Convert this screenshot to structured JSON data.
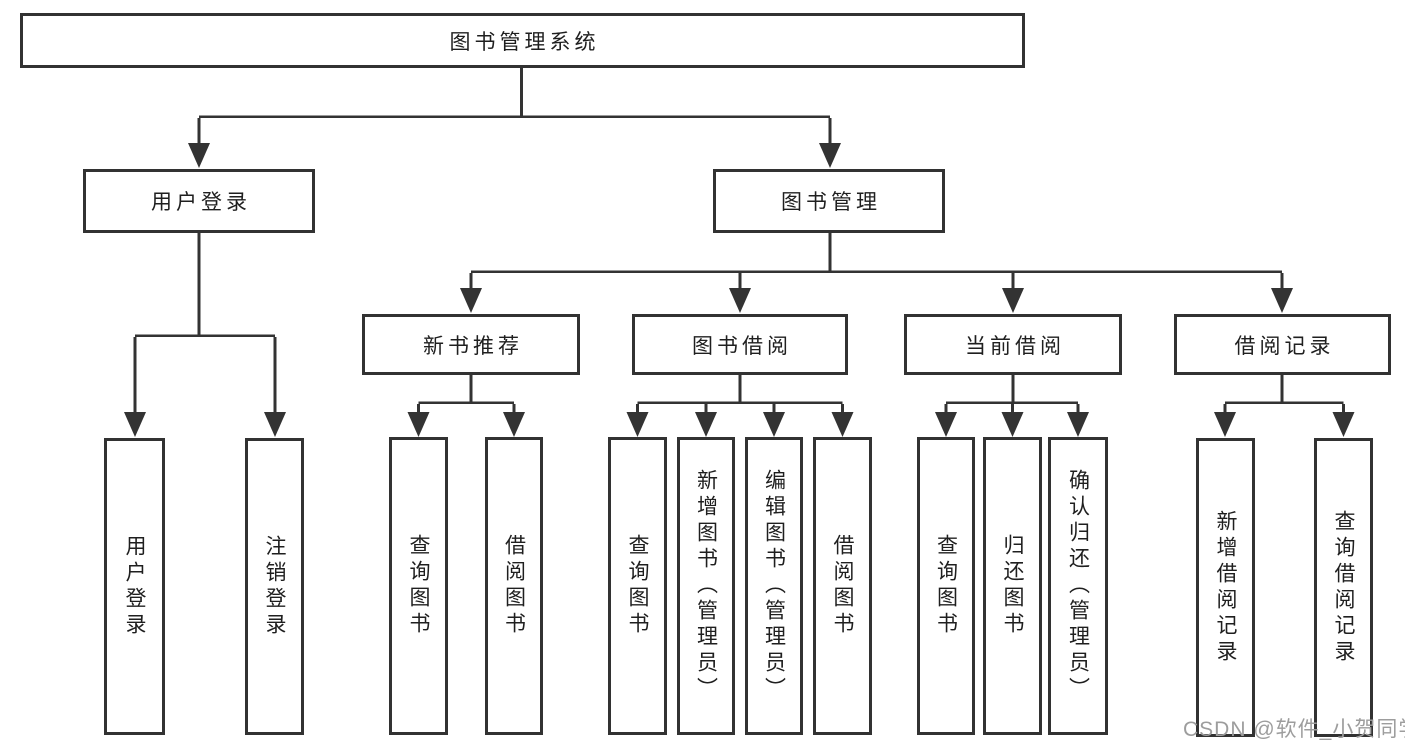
{
  "diagram": {
    "title": "图书管理系统",
    "watermark": "CSDN @软件_小贺同学",
    "colors": {
      "line": "#333333",
      "box_border": "#323232",
      "background": "#ffffff",
      "watermark": "#9d9d9d"
    },
    "nodes": {
      "root": {
        "label": "图书管理系统"
      },
      "user_login": {
        "label": "用户登录"
      },
      "book_mgmt": {
        "label": "图书管理"
      },
      "new_book_rec": {
        "label": "新书推荐"
      },
      "book_borrow": {
        "label": "图书借阅"
      },
      "current_borrow": {
        "label": "当前借阅"
      },
      "borrow_record": {
        "label": "借阅记录"
      },
      "leaf_user_login": {
        "label": "用户登录"
      },
      "leaf_logout": {
        "label": "注销登录"
      },
      "leaf_nb_query": {
        "label": "查询图书"
      },
      "leaf_nb_borrow": {
        "label": "借阅图书"
      },
      "leaf_bb_query": {
        "label": "查询图书"
      },
      "leaf_bb_add": {
        "label": "新增图书（管理员）"
      },
      "leaf_bb_edit": {
        "label": "编辑图书（管理员）"
      },
      "leaf_bb_borrow": {
        "label": "借阅图书"
      },
      "leaf_cb_query": {
        "label": "查询图书"
      },
      "leaf_cb_return": {
        "label": "归还图书"
      },
      "leaf_cb_confirm": {
        "label": "确认归还（管理员）"
      },
      "leaf_br_add": {
        "label": "新增借阅记录"
      },
      "leaf_br_query": {
        "label": "查询借阅记录"
      }
    },
    "edges": [
      {
        "from": "图书管理系统",
        "to": [
          "用户登录",
          "图书管理"
        ]
      },
      {
        "from": "用户登录",
        "to": [
          "用户登录",
          "注销登录"
        ]
      },
      {
        "from": "图书管理",
        "to": [
          "新书推荐",
          "图书借阅",
          "当前借阅",
          "借阅记录"
        ]
      },
      {
        "from": "新书推荐",
        "to": [
          "查询图书",
          "借阅图书"
        ]
      },
      {
        "from": "图书借阅",
        "to": [
          "查询图书",
          "新增图书（管理员）",
          "编辑图书（管理员）",
          "借阅图书"
        ]
      },
      {
        "from": "当前借阅",
        "to": [
          "查询图书",
          "归还图书",
          "确认归还（管理员）"
        ]
      },
      {
        "from": "借阅记录",
        "to": [
          "新增借阅记录",
          "查询借阅记录"
        ]
      }
    ]
  }
}
